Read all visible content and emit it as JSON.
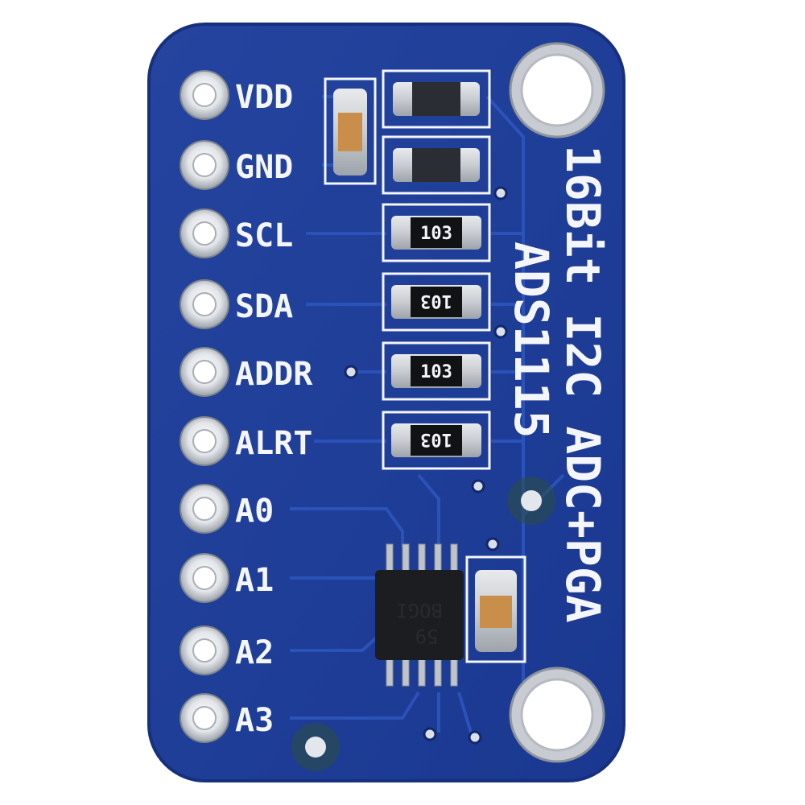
{
  "board": {
    "title_line1": "16Bit I2C ADC+PGA",
    "title_line2": "ADS1115",
    "colors": {
      "board": "#1f3f9c",
      "board_edge": "#16307e",
      "trace": "#2c52b8",
      "silk": "#f4f6fb",
      "pad": "#d9dde3",
      "hole": "#ffffff"
    }
  },
  "pins": [
    {
      "label": "VDD"
    },
    {
      "label": "GND"
    },
    {
      "label": "SCL"
    },
    {
      "label": "SDA"
    },
    {
      "label": "ADDR"
    },
    {
      "label": "ALRT"
    },
    {
      "label": "A0"
    },
    {
      "label": "A1"
    },
    {
      "label": "A2"
    },
    {
      "label": "A3"
    }
  ],
  "resistors": [
    {
      "marking": "103"
    },
    {
      "marking": "103"
    },
    {
      "marking": "103"
    },
    {
      "marking": "103"
    }
  ],
  "ic": {
    "marking_line1": "BOGI",
    "marking_line2": "59"
  }
}
